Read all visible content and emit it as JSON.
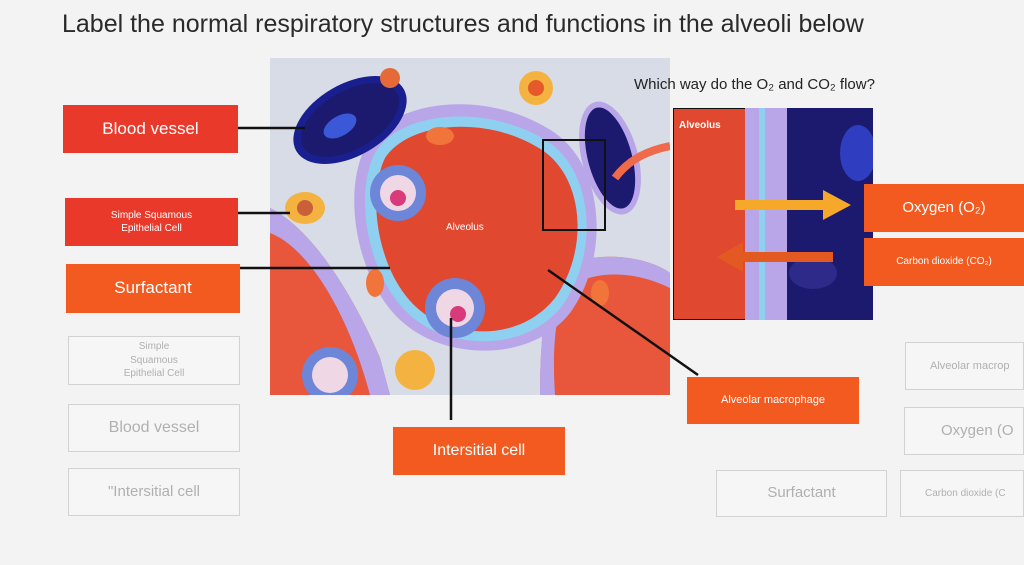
{
  "page": {
    "title": "Label the normal respiratory structures and functions in the alveoli below",
    "question": "Which way do the O₂ and CO₂ flow?"
  },
  "figure": {
    "alveolus_label": "Alveolus",
    "inset_label": "Alveolus"
  },
  "placed_labels": {
    "blood_vessel": "Blood vessel",
    "simple_squamous": "Simple Squamous Epithelial Cell",
    "surfactant": "Surfactant",
    "oxygen": "Oxygen (O₂)",
    "carbon_dioxide": "Carbon dioxide (CO₂)",
    "alveolar_macrophage": "Alveolar macrophage",
    "intersitial_cell": "Intersitial cell"
  },
  "bank_labels": {
    "simple_squamous": "Simple Squamous Epithelial Cell",
    "blood_vessel": "Blood vessel",
    "intersitial_cell": "\"Intersitial cell",
    "alveolar_macrophage": "Alveolar macrop",
    "oxygen": "Oxygen (O",
    "surfactant": "Surfactant",
    "carbon_dioxide": "Carbon dioxide (C"
  },
  "colors": {
    "placed_red": "#e8392a",
    "placed_orange": "#f35a1f"
  }
}
